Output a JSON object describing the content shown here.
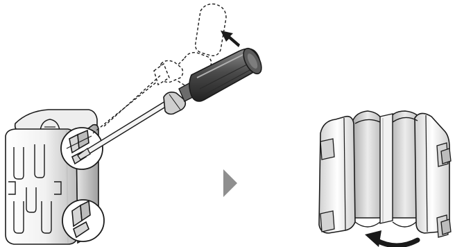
{
  "figure": {
    "steps": [
      {
        "id": "step-1",
        "action": "pry-open-clasp-with-screwdriver"
      },
      {
        "id": "step-2",
        "action": "swing-core-halves-apart"
      }
    ],
    "icons": [
      "screwdriver-icon",
      "push-direction-arrow-icon",
      "next-step-arrow-icon",
      "open-direction-arrow-icon"
    ],
    "colors": {
      "line": "#1a1a1a",
      "shade_light": "#f2f2f2",
      "shade_mid": "#d9d9d9",
      "shade_dark": "#9a9a9a",
      "handle": "#4a4a4a",
      "handle_highlight": "#8c8c8c",
      "next_arrow": "#8f8f8f"
    }
  }
}
